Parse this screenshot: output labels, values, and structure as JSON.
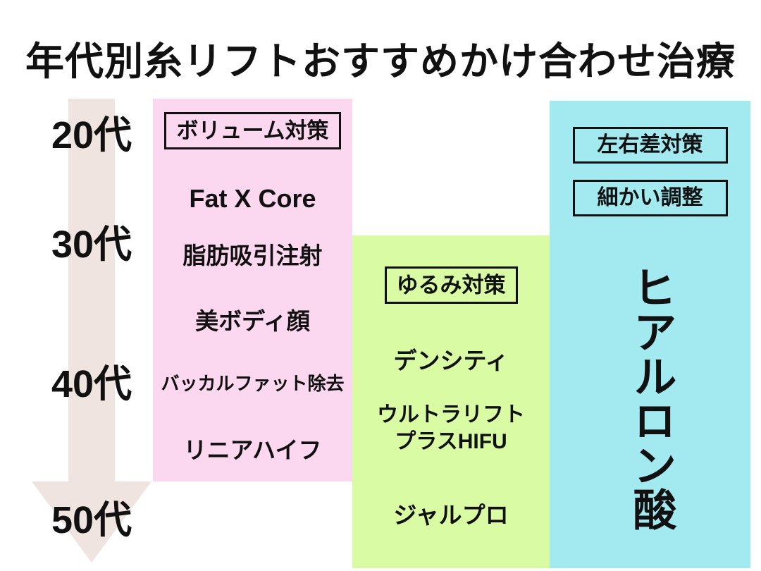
{
  "title": "年代別糸リフトおすすめかけ合わせ治療",
  "colors": {
    "volume_bg": "#fcd8f0",
    "loosening_bg": "#d9fba3",
    "balance_bg": "#a2eaf0",
    "arrow": "#f0e4e0"
  },
  "age_axis": {
    "labels": [
      "20代",
      "30代",
      "40代",
      "50代"
    ]
  },
  "columns": {
    "volume": {
      "header": "ボリューム対策",
      "treatments": [
        "Fat X Core",
        "脂肪吸引注射",
        "美ボディ顔",
        "バッカルファット除去",
        "リニアハイフ"
      ]
    },
    "loosening": {
      "header": "ゆるみ対策",
      "treatments": [
        "デンシティ",
        "ウルトラリフト\nプラスHIFU",
        "ジャルプロ"
      ]
    },
    "balance": {
      "headers": [
        "左右差対策",
        "細かい調整"
      ],
      "treatment": "ヒアルロン酸"
    }
  }
}
